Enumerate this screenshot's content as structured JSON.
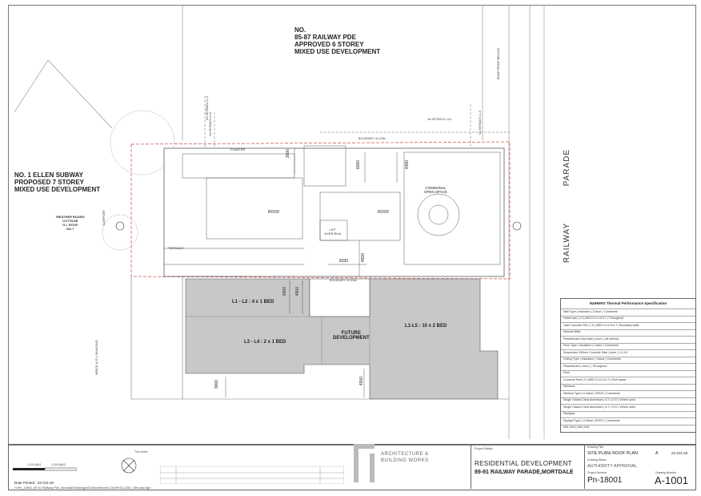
{
  "labels": {
    "site_north": "NO.\n85-87 RAILWAY PDE\nAPPROVED 6 STOREY\nMIXED USE DEVELOPMENT",
    "site_west": "NO. 1 ELLEN SUBWAY\nPROPOSED 7 STOREY\nMIXED USE DEVELOPMENT",
    "weatherboard": "WEATHER BOARD\nCOTTAGE\nG.I. ROOF\nNO.7",
    "brick_building": "BRICK & G.I. BUILDING",
    "carport": "CARPORT",
    "railway_parade_1": "PARADE",
    "railway_parade_2": "RAILWAY",
    "shop_roof": "SHOP ROOF BELOW",
    "boundary_line": "BOUNDARY",
    "unit_l1l2": "L1 - L2 : 4 x 1 BED",
    "unit_l3l4": "L3 - L4 : 2 x 1 BED",
    "future_dev": "FUTURE\nDEVELOPMENT",
    "unit_l1l5": "L1-L5 : 10 x 2 BED",
    "roof_1": "ROOF",
    "roof_2": "ROOF",
    "lift": "LIFT\nOVER-RUN",
    "communal": "COMMUNAL\nOPEN SPACE",
    "planter": "PLANTER",
    "terrace": "TERRACE",
    "setback_a": "6m SETBACK L1-3",
    "setback_b": "3m SETBACK L4-6",
    "setback_c": "3m SETBACK L3-6",
    "setback_d": "3m SETBACK L1-5"
  },
  "dimensions": {
    "d3000a": "3000",
    "d6000": "6000",
    "d4490": "4490",
    "d8330": "8330",
    "d4500a": "4500",
    "d9000": "9000",
    "d4500b": "4500",
    "d3000b": "3000",
    "d4500c": "4500",
    "boundary_top": "44.105m",
    "boundary_bottom": "44.100m"
  },
  "table": {
    "title": "NatHERS Thermal Performance Specification",
    "rows": [
      "Wall Type | Insulation | Colour | Comments",
      "Hebel wall | 1.5 | MED 0.4-0.5-0.7 | Throughout",
      "Clad Concrete 200 | 1.5 | MED 0.4-0.5-0.7 | Boundary walls",
      "Internal Walls",
      "Plasterboard Stud Wall | none | | All internal",
      "Floor Type | Insulation | Colour | Comments",
      "Suspended 200mm Concrete Slab | none | | L1-L5",
      "Ceiling Type | Insulation | Colour | Comments",
      "Plasterboard | none | | Throughout",
      "Roof",
      "Concrete Roof | 0 | MED 0.4-0.5-0.7 | Roof space",
      "Windows",
      "Window Type | U-Value | SHGC | Comments",
      "Single Glazed Clear Aluminium | 6.7 | 0.57 | Where used",
      "Single Glazed Clear Aluminium | 6.7 | 0.57 | Where used",
      "Skylights",
      "Skylight Type | U-Value | SHGC | Comments",
      "N/A | N/A | N/A | N/A"
    ]
  },
  "titleblock": {
    "scale_label_1": "1:100 @A1",
    "scale_label_2": "1:200 @A3",
    "true_north": "True North",
    "date_printed": "Date Printed : 22-Oct-18",
    "file_path": "H:\\Pn_18001_89-91 Railway Pde, Mortdale\\Drawings\\03 Monteleon\\01 DA\\PnSA-1001_Site plan.dgn",
    "firm_line1": "ARCHITECTURE &",
    "firm_line2": "BUILDING WORKS",
    "project_label": "Project Details",
    "project_name": "RESIDENTIAL DEVELOPMENT",
    "project_address": "89-91 RAILWAY PARADE,MORTDALE",
    "drawing_title_label": "Drawing Title",
    "drawing_title": "SITE PLAN/ ROOF PLAN",
    "status_label": "Drawing Status",
    "status": "AUTHORITY APPROVAL",
    "project_number_label": "Project Number",
    "project_number": "Pn-18001",
    "drawing_number_label": "Drawing Number",
    "drawing_number": "A-1001",
    "revision": "A",
    "rev_date": "22-Oct-18"
  }
}
